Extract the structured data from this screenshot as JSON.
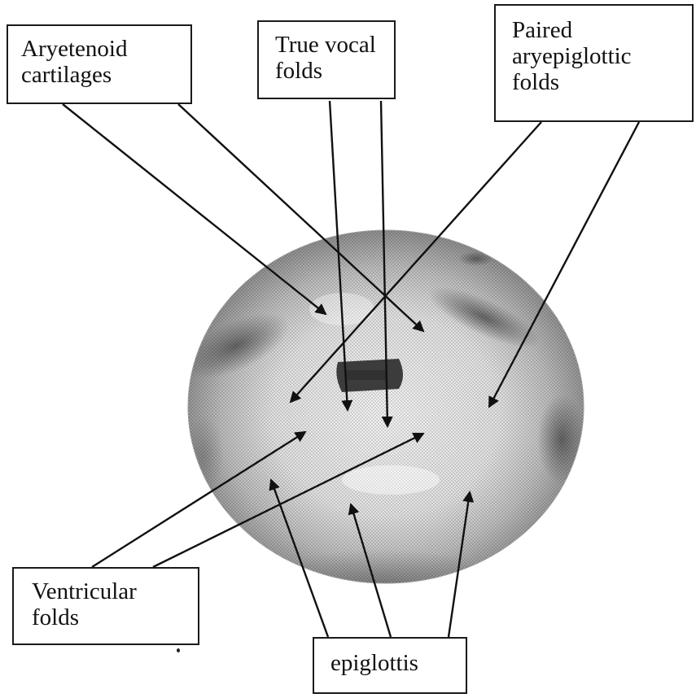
{
  "labels": {
    "arytenoid": [
      "Aryetenoid",
      "cartilages"
    ],
    "vocal": [
      "True vocal",
      "folds"
    ],
    "paired": [
      "Paired",
      "aryepiglottic",
      "folds"
    ],
    "ventricular": [
      "Ventricular",
      "folds"
    ],
    "epiglottis": [
      "epiglottis"
    ]
  },
  "colors": {
    "line": "#1a1a1a",
    "disc_light": "#e6e6e6",
    "disc_dark": "#8a8a8a",
    "glottis": "#3c3c3c"
  }
}
